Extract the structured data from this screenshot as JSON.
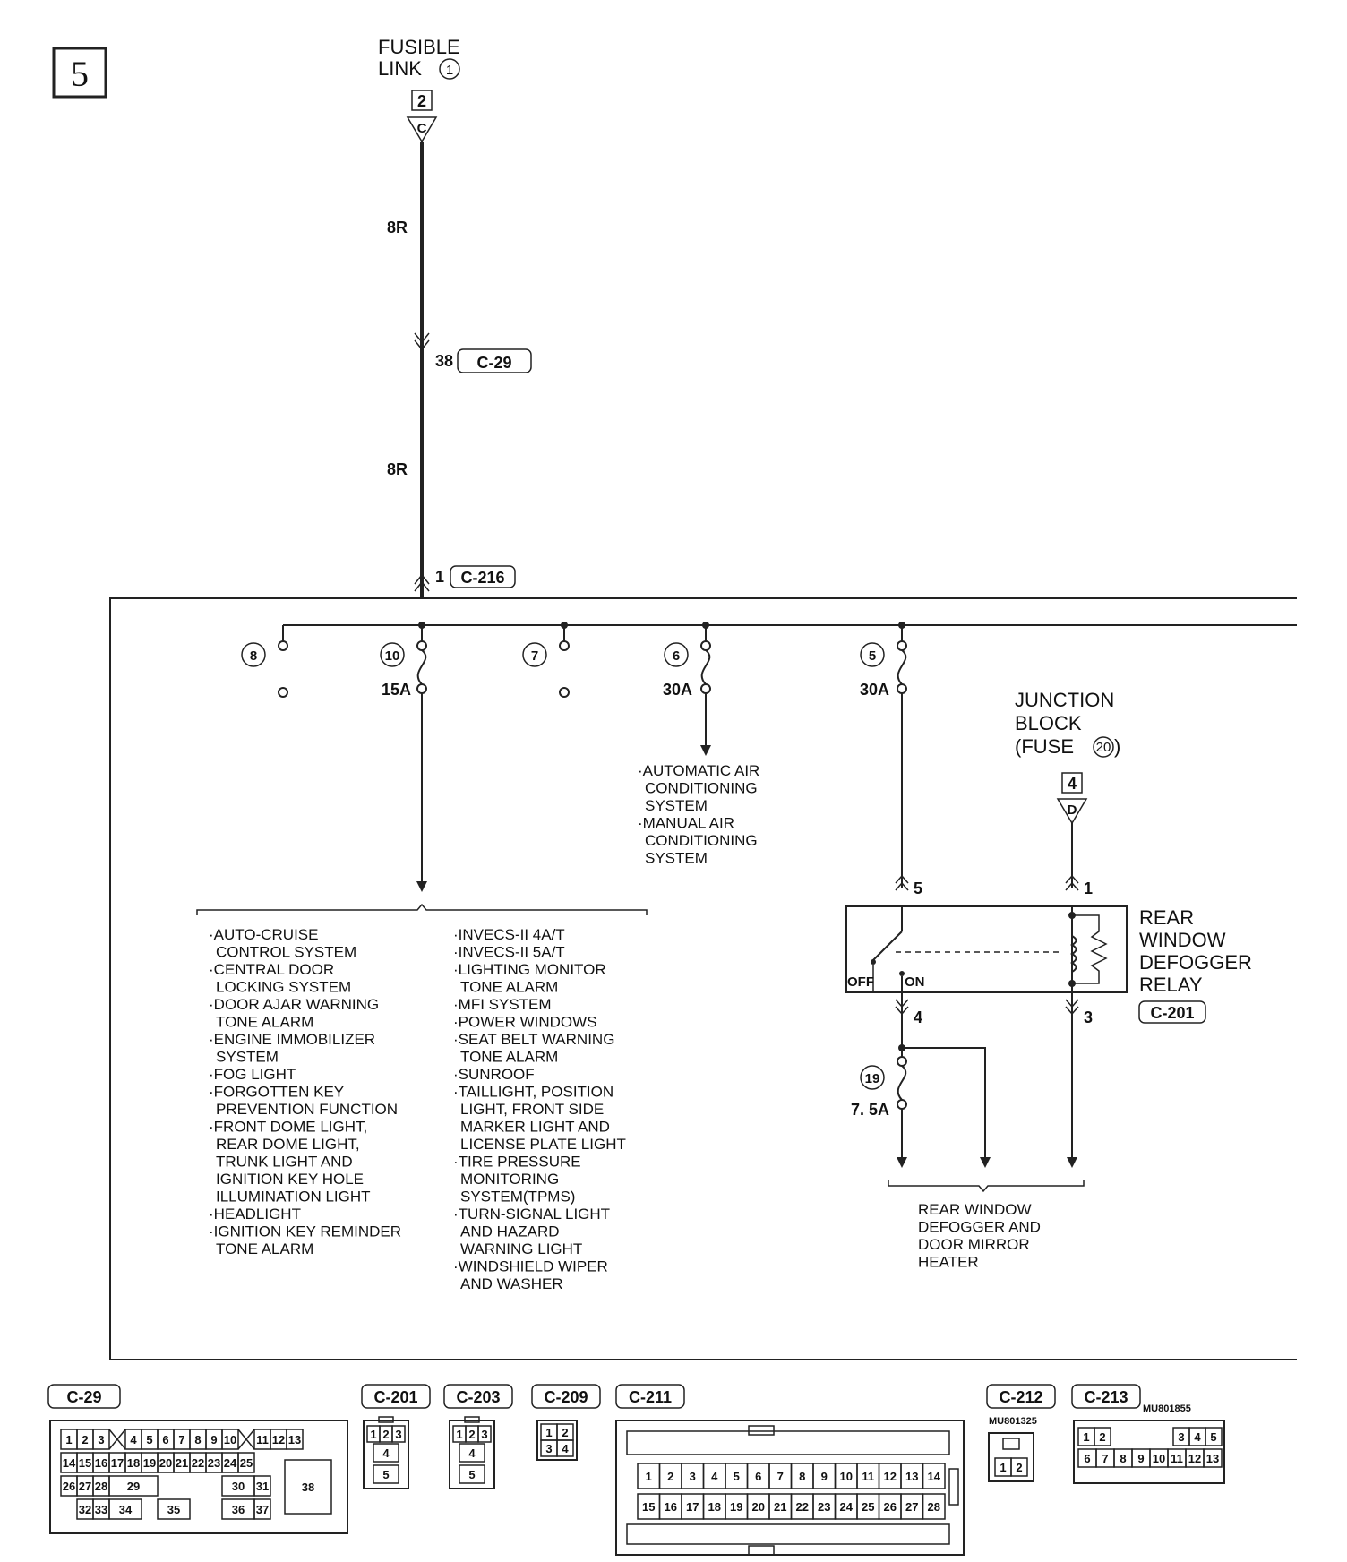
{
  "page_number": "5",
  "fusible_link": {
    "line1": "FUSIBLE",
    "line2": "LINK",
    "circled": "1",
    "connector_no": "2",
    "terminal": "C"
  },
  "wire_color_top": "8R",
  "wire_color_bottom": "8R",
  "c29_pin": "38",
  "c29_label": "C-29",
  "c216_pin": "1",
  "c216_label": "C-216",
  "fuses": [
    {
      "no": "8",
      "rating": ""
    },
    {
      "no": "10",
      "rating": "15A"
    },
    {
      "no": "7",
      "rating": ""
    },
    {
      "no": "6",
      "rating": "30A"
    },
    {
      "no": "5",
      "rating": "30A"
    },
    {
      "no": "19",
      "rating": "7. 5A"
    }
  ],
  "fuse6_systems": [
    "·AUTOMATIC AIR",
    "CONDITIONING",
    "SYSTEM",
    "·MANUAL AIR",
    "CONDITIONING",
    "SYSTEM"
  ],
  "fuse10_systems_left": [
    "·AUTO-CRUISE",
    "CONTROL SYSTEM",
    "·CENTRAL DOOR",
    "LOCKING SYSTEM",
    "·DOOR AJAR WARNING",
    "TONE ALARM",
    "·ENGINE IMMOBILIZER",
    "SYSTEM",
    "·FOG LIGHT",
    "·FORGOTTEN KEY",
    "PREVENTION FUNCTION",
    "·FRONT DOME LIGHT,",
    "REAR DOME LIGHT,",
    "TRUNK LIGHT AND",
    "IGNITION KEY HOLE",
    "ILLUMINATION LIGHT",
    "·HEADLIGHT",
    "·IGNITION KEY REMINDER",
    "TONE ALARM"
  ],
  "fuse10_systems_right": [
    "·INVECS-II 4A/T",
    "·INVECS-II 5A/T",
    "·LIGHTING MONITOR",
    "TONE ALARM",
    "·MFI SYSTEM",
    "·POWER WINDOWS",
    "·SEAT BELT WARNING",
    "TONE ALARM",
    "·SUNROOF",
    "·TAILLIGHT, POSITION",
    "LIGHT, FRONT SIDE",
    "MARKER LIGHT AND",
    "LICENSE PLATE LIGHT",
    "·TIRE PRESSURE",
    "MONITORING",
    "SYSTEM(TPMS)",
    "·TURN-SIGNAL LIGHT",
    "AND HAZARD",
    "WARNING LIGHT",
    "·WINDSHIELD WIPER",
    "AND WASHER"
  ],
  "junction_block": {
    "line1": "JUNCTION",
    "line2": "BLOCK",
    "line3_pre": "(FUSE",
    "line3_circ": "20",
    "line3_post": ")",
    "connector_no": "4",
    "terminal": "D"
  },
  "relay": {
    "line1": "REAR",
    "line2": "WINDOW",
    "line3": "DEFOGGER",
    "line4": "RELAY",
    "connector": "C-201",
    "pin5": "5",
    "pin1": "1",
    "pin4": "4",
    "pin3": "3",
    "off": "OFF",
    "on": "ON"
  },
  "defogger_dest": [
    "REAR WINDOW",
    "DEFOGGER AND",
    "DOOR MIRROR",
    "HEATER"
  ],
  "connectors": {
    "c29": {
      "label": "C-29",
      "row1": [
        "1",
        "2",
        "3",
        "4",
        "5",
        "6",
        "7",
        "8",
        "9",
        "10",
        "11",
        "12",
        "13"
      ],
      "row2": [
        "14",
        "15",
        "16",
        "17",
        "18",
        "19",
        "20",
        "21",
        "22",
        "23",
        "24",
        "25"
      ],
      "row3": [
        "26",
        "27",
        "28",
        "29",
        "30",
        "31"
      ],
      "row4": [
        "32",
        "33",
        "34",
        "35",
        "36",
        "37"
      ],
      "big": "38"
    },
    "c201": {
      "label": "C-201",
      "pins": [
        "1",
        "2",
        "3",
        "4",
        "5"
      ]
    },
    "c203": {
      "label": "C-203",
      "pins": [
        "1",
        "2",
        "3",
        "4",
        "5"
      ]
    },
    "c209": {
      "label": "C-209",
      "pins": [
        "1",
        "2",
        "3",
        "4"
      ]
    },
    "c211": {
      "label": "C-211",
      "row1": [
        "1",
        "2",
        "3",
        "4",
        "5",
        "6",
        "7",
        "8",
        "9",
        "10",
        "11",
        "12",
        "13",
        "14"
      ],
      "row2": [
        "15",
        "16",
        "17",
        "18",
        "19",
        "20",
        "21",
        "22",
        "23",
        "24",
        "25",
        "26",
        "27",
        "28"
      ]
    },
    "c212": {
      "label": "C-212",
      "part": "MU801325",
      "pins": [
        "1",
        "2"
      ]
    },
    "c213": {
      "label": "C-213",
      "part": "MU801855",
      "row1": [
        "1",
        "2",
        "3",
        "4",
        "5"
      ],
      "row2": [
        "6",
        "7",
        "8",
        "9",
        "10",
        "11",
        "12",
        "13"
      ]
    }
  }
}
